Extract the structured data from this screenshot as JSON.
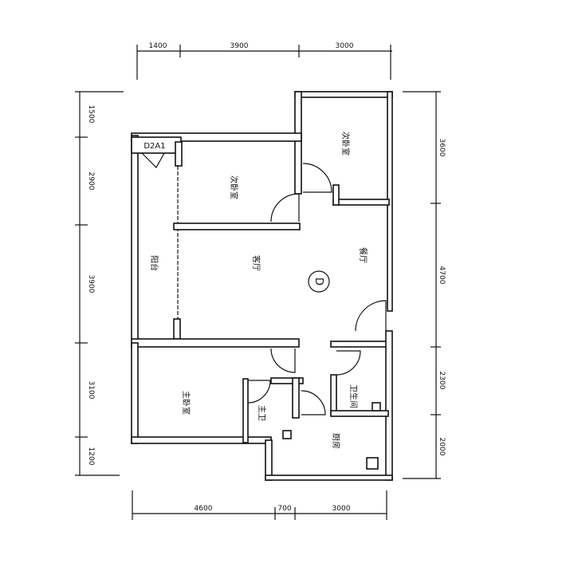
{
  "dimensions": {
    "top": [
      "1400",
      "3900",
      "3000"
    ],
    "left": [
      "1500",
      "2900",
      "3900",
      "3100",
      "1200"
    ],
    "right": [
      "3600",
      "4700",
      "2300",
      "2000"
    ],
    "bottom": [
      "4600",
      "700",
      "3000"
    ]
  },
  "rooms": {
    "bedroom_top_right": "次卧室",
    "bedroom_second": "次卧室",
    "balcony": "阳台",
    "living_room": "客厅",
    "dining_room": "餐厅",
    "master_bedroom": "主卧室",
    "master_bath": "主卫",
    "bathroom": "卫生间",
    "kitchen": "厨房"
  },
  "unit_marker": "D",
  "ac_label": "D2A1"
}
